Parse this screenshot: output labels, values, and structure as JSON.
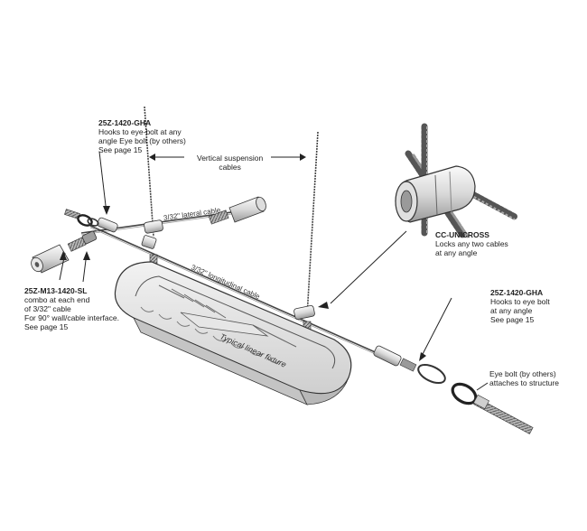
{
  "callouts": {
    "gha_left": {
      "part": "25Z-1420-GHA",
      "lines": [
        "Hooks to eye-bolt at any",
        "angle Eye bolt (by others)",
        "See page 15"
      ]
    },
    "vertical": {
      "lines": [
        "Vertical suspension",
        "cables"
      ]
    },
    "unicross": {
      "part": "CC-UNICROSS",
      "lines": [
        "Locks any two cables",
        "at any angle"
      ]
    },
    "m13": {
      "part": "25Z-M13-1420-SL",
      "lines": [
        "combo at each end",
        "of 3/32\" cable",
        "For 90° wall/cable interface.",
        "See page 15"
      ]
    },
    "gha_right": {
      "part": "25Z-1420-GHA",
      "lines": [
        "Hooks to eye bolt",
        "at any angle",
        "See page 15"
      ]
    },
    "eyebolt": {
      "lines": [
        "Eye bolt (by others)",
        "attaches to structure"
      ]
    }
  },
  "inline_labels": {
    "lateral": "3/32\" lateral cable",
    "longitudinal": "3/32\" longitudinal cable",
    "fixture": "Typical linear fixture"
  }
}
